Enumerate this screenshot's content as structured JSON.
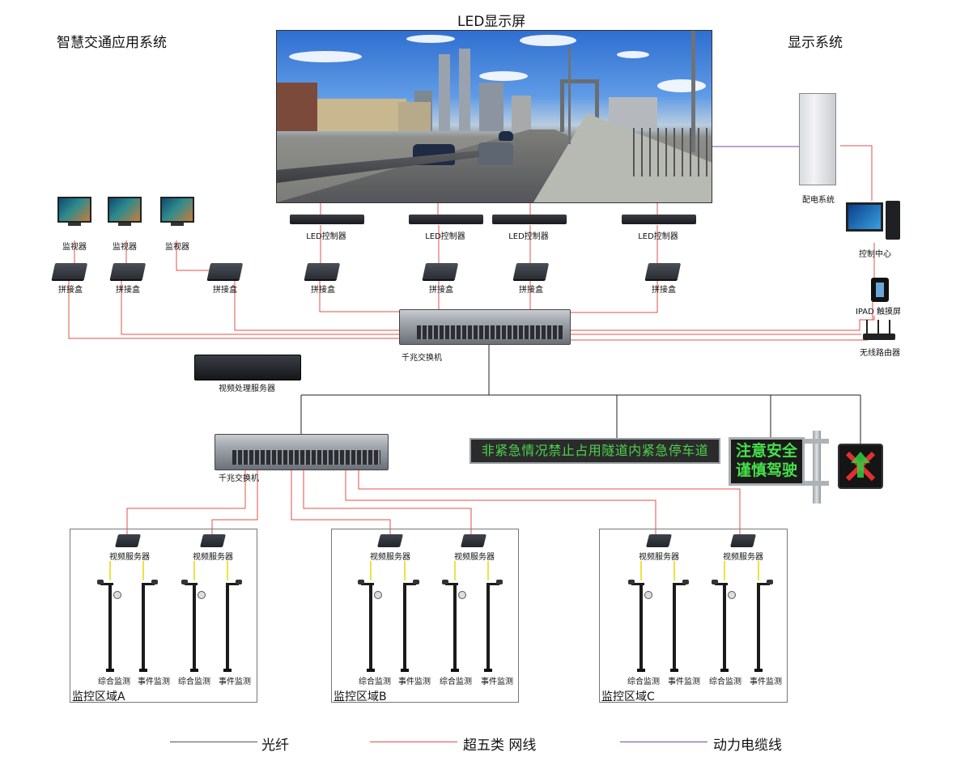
{
  "titles": {
    "left": "智慧交通应用系统",
    "center": "LED显示屏",
    "right": "显示系统"
  },
  "monitors": [
    "监视器",
    "监视器",
    "监视器"
  ],
  "splice_boxes": [
    "拼接盒",
    "拼接盒",
    "拼接盒",
    "拼接盒",
    "拼接盒",
    "拼接盒",
    "拼接盒"
  ],
  "led_controllers": [
    "LED控制器",
    "LED控制器",
    "LED控制器",
    "LED控制器"
  ],
  "core_switch": "千兆交换机",
  "video_processing_server": "视频处理服务器",
  "power_system": "配电系统",
  "control_center": "控制中心",
  "ipad": "IPAD 触摸屏",
  "router": "无线路由器",
  "access_switch": "千兆交换机",
  "ticker_text": "非紧急情况禁止占用隧道内紧急停车道",
  "vms_text": [
    "注意安全",
    "谨慎驾驶"
  ],
  "zones": [
    {
      "name": "监控区域A",
      "servers": [
        "视频服务器",
        "视频服务器"
      ],
      "poles": [
        "综合监测",
        "事件监测",
        "综合监测",
        "事件监测"
      ]
    },
    {
      "name": "监控区域B",
      "servers": [
        "视频服务器",
        "视频服务器"
      ],
      "poles": [
        "综合监测",
        "事件监测",
        "综合监测",
        "事件监测"
      ]
    },
    {
      "name": "监控区域C",
      "servers": [
        "视频服务器",
        "视频服务器"
      ],
      "poles": [
        "综合监测",
        "事件监测",
        "综合监测",
        "事件监测"
      ]
    }
  ],
  "legend": [
    {
      "label": "光纤",
      "color": "#555555"
    },
    {
      "label": "超五类 网线",
      "color": "#e0504a"
    },
    {
      "label": "动力电缆线",
      "color": "#7a4a9a"
    }
  ],
  "colors": {
    "fiber": "#222222",
    "ethernet": "#e0504a",
    "power": "#7a4a9a",
    "camera_feed": "#e8d800"
  },
  "icons": {
    "monitor": "lcd-monitor-icon",
    "splice": "splice-box-icon",
    "led_controller": "rack-controller-icon",
    "switch": "network-switch-icon",
    "server": "video-server-icon",
    "pole": "camera-pole-icon",
    "cabinet": "power-cabinet-icon",
    "pc": "desktop-pc-icon",
    "tablet": "tablet-icon",
    "router": "wifi-router-icon",
    "lane_signal": "lane-control-signal-icon"
  }
}
